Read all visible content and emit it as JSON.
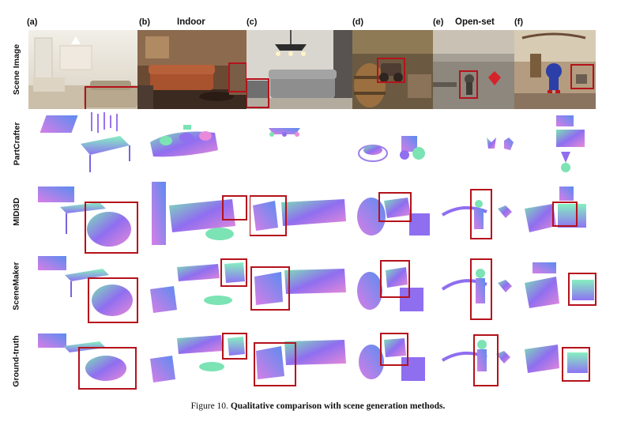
{
  "columns": [
    {
      "id": "a",
      "letter": "(a)"
    },
    {
      "id": "b",
      "letter": "(b)"
    },
    {
      "id": "c",
      "letter": "(c)"
    },
    {
      "id": "d",
      "letter": "(d)"
    },
    {
      "id": "e",
      "letter": "(e)"
    },
    {
      "id": "f",
      "letter": "(f)"
    }
  ],
  "groups": {
    "indoor": "Indoor",
    "openset": "Open-set"
  },
  "rows": [
    {
      "id": "scene",
      "label": "Scene Image"
    },
    {
      "id": "partcrafter",
      "label": "PartCrafter"
    },
    {
      "id": "midi3d",
      "label": "MIDI3D"
    },
    {
      "id": "scenemaker",
      "label": "SceneMaker"
    },
    {
      "id": "groundtruth",
      "label": "Ground-truth"
    }
  ],
  "colors": {
    "highlight_box": "#b5121b",
    "normal_green": "#7be3b4",
    "normal_purple": "#8f6ef0",
    "normal_pink": "#e88ad8",
    "normal_blue": "#5a8cf0"
  },
  "caption": {
    "prefix": "Figure 10. ",
    "title": "Qualitative comparison with scene generation methods."
  }
}
